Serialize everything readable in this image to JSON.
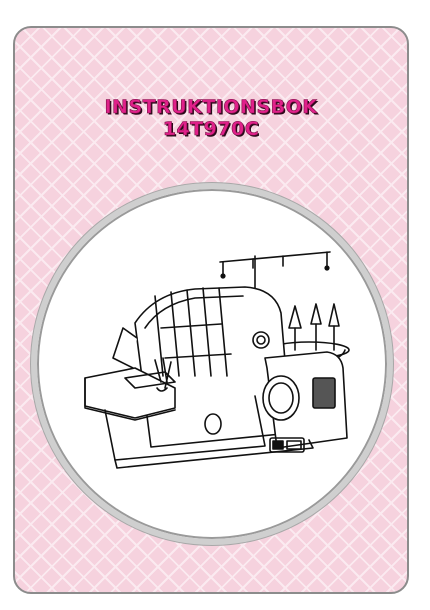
{
  "cover": {
    "title_line1": "INSTRUKTIONSBOK",
    "title_line2": "14T970C"
  },
  "colors": {
    "background_pink": "#f6d2de",
    "title_pink": "#e0218a",
    "frame_gray": "#8c8c8c"
  },
  "illustration": {
    "subject": "overlock-sewing-machine-line-drawing"
  }
}
